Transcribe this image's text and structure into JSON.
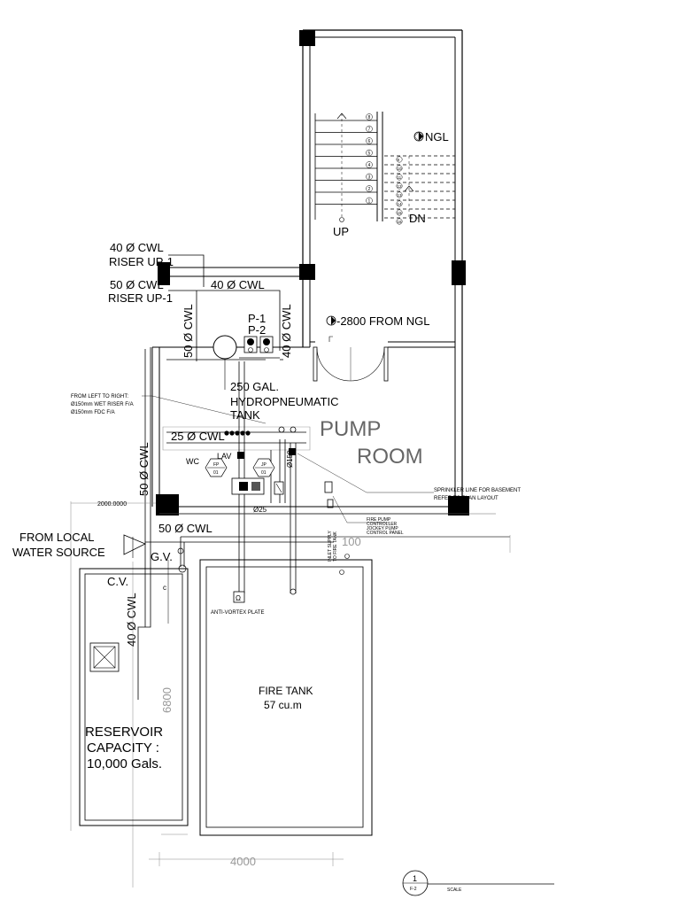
{
  "drawing": {
    "ngl_label": "NGL",
    "up_label": "UP",
    "dn_label": "DN",
    "riser1_line1": "40 Ø CWL",
    "riser1_line2": "RISER UP-1",
    "riser2_line1": "50 Ø CWL",
    "riser2_line2": "RISER UP-1",
    "pipe_40_top": "40 Ø CWL",
    "pipe_50_left": "50 Ø CWL",
    "pipe_40_right": "40 Ø CWL",
    "pump_p1": "P-1",
    "pump_p2": "P-2",
    "level_label": "-2800 FROM NGL",
    "from_left_note_1": "FROM LEFT TO RIGHT:",
    "from_left_note_2": "Ø150mm WET RISER F/A",
    "from_left_note_3": "Ø150mm FDC F/A",
    "tank_line1": "250 GAL.",
    "tank_line2": "HYDROPNEUMATIC",
    "tank_line3": "TANK",
    "room_line1": "PUMP",
    "room_line2": "ROOM",
    "pipe_25": "25 Ø CWL",
    "wc_label": "WC",
    "lav_label": "LAV",
    "fp_label": "FP",
    "fp_num": "01",
    "jp_label": "JP",
    "jp_num": "01",
    "dia_25": "Ø25",
    "dia_150": "Ø150",
    "sprinkler_note_1": "SPRINKLER LINE FOR BASEMENT",
    "sprinkler_note_2": "REFER TO PLAN LAYOUT",
    "pipe_50_mid": "50 Ø CWL",
    "dim_2000": "2000.0000",
    "pipe_50_bottom": "50 Ø CWL",
    "dim_100": "100",
    "from_local_1": "FROM LOCAL",
    "from_local_2": "WATER SOURCE",
    "gv_label": "G.V.",
    "cv_label": "C.V.",
    "pipe_40_reservoir": "40 Ø CWL",
    "dim_6800": "6800",
    "reservoir_1": "RESERVOIR",
    "reservoir_2": "CAPACITY :",
    "reservoir_3": "10,000 Gals.",
    "antivortex": "ANTI-VORTEX PLATE",
    "fire_tank_1": "FIRE TANK",
    "fire_tank_2": "57 cu.m",
    "fire_pump_note_1": "FIRE PUMP",
    "fire_pump_note_2": "CONTROLLER",
    "fire_pump_note_3": "JOCKEY PUMP",
    "fire_pump_note_4": "CONTROL PANEL",
    "inlet_note_1": "INLET SUPPLY",
    "inlet_note_2": "TO FIRE TANK",
    "dim_4000": "4000",
    "sheet_num": "1",
    "sheet_ref": "F-2",
    "scale_label": "SCALE",
    "step_numbers": [
      "8",
      "7",
      "6",
      "5",
      "4",
      "3",
      "2",
      "1"
    ],
    "step_numbers_dn": [
      "9",
      "10",
      "11",
      "12",
      "13",
      "14",
      "15",
      "16"
    ]
  }
}
